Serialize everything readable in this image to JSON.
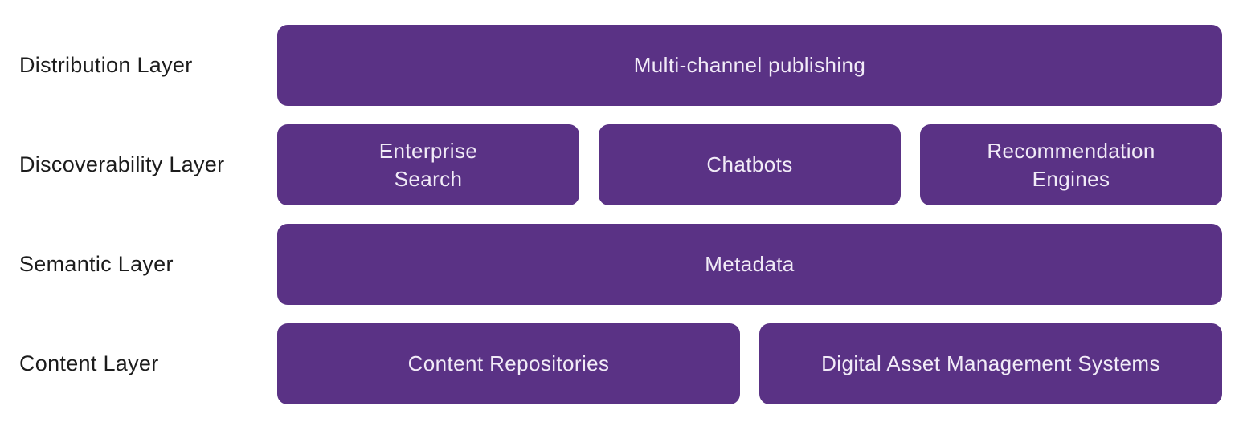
{
  "page": {
    "background": "#FFFFFF"
  },
  "diagram": {
    "type": "layered-architecture",
    "colors": {
      "box_background": "#5A3285",
      "box_text": "#F1EBF7",
      "label_text": "#1C1C1C"
    },
    "rows": [
      {
        "label": "Distribution Layer",
        "boxes": [
          {
            "label": "Multi-channel publishing"
          }
        ]
      },
      {
        "label": "Discoverability Layer",
        "boxes": [
          {
            "label": "Enterprise\nSearch"
          },
          {
            "label": "Chatbots"
          },
          {
            "label": "Recommendation\nEngines"
          }
        ]
      },
      {
        "label": "Semantic Layer",
        "boxes": [
          {
            "label": "Metadata"
          }
        ]
      },
      {
        "label": "Content Layer",
        "boxes": [
          {
            "label": "Content Repositories"
          },
          {
            "label": "Digital Asset Management Systems"
          }
        ]
      }
    ]
  }
}
